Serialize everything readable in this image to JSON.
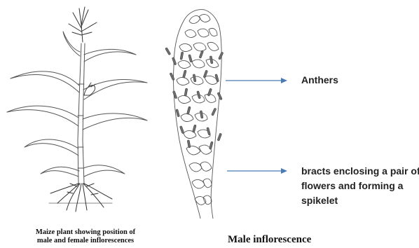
{
  "labels": {
    "anthers": "Anthers",
    "bracts": "bracts enclosing a pair of\nflowers and forming a\nspikelet"
  },
  "captions": {
    "plant": "Maize plant showing position of\nmale and female inflorescences",
    "male": "Male inflorescence"
  },
  "colors": {
    "arrow": "#4a7bb5",
    "line_art": "#555555",
    "anther": "#6f6f6f"
  }
}
